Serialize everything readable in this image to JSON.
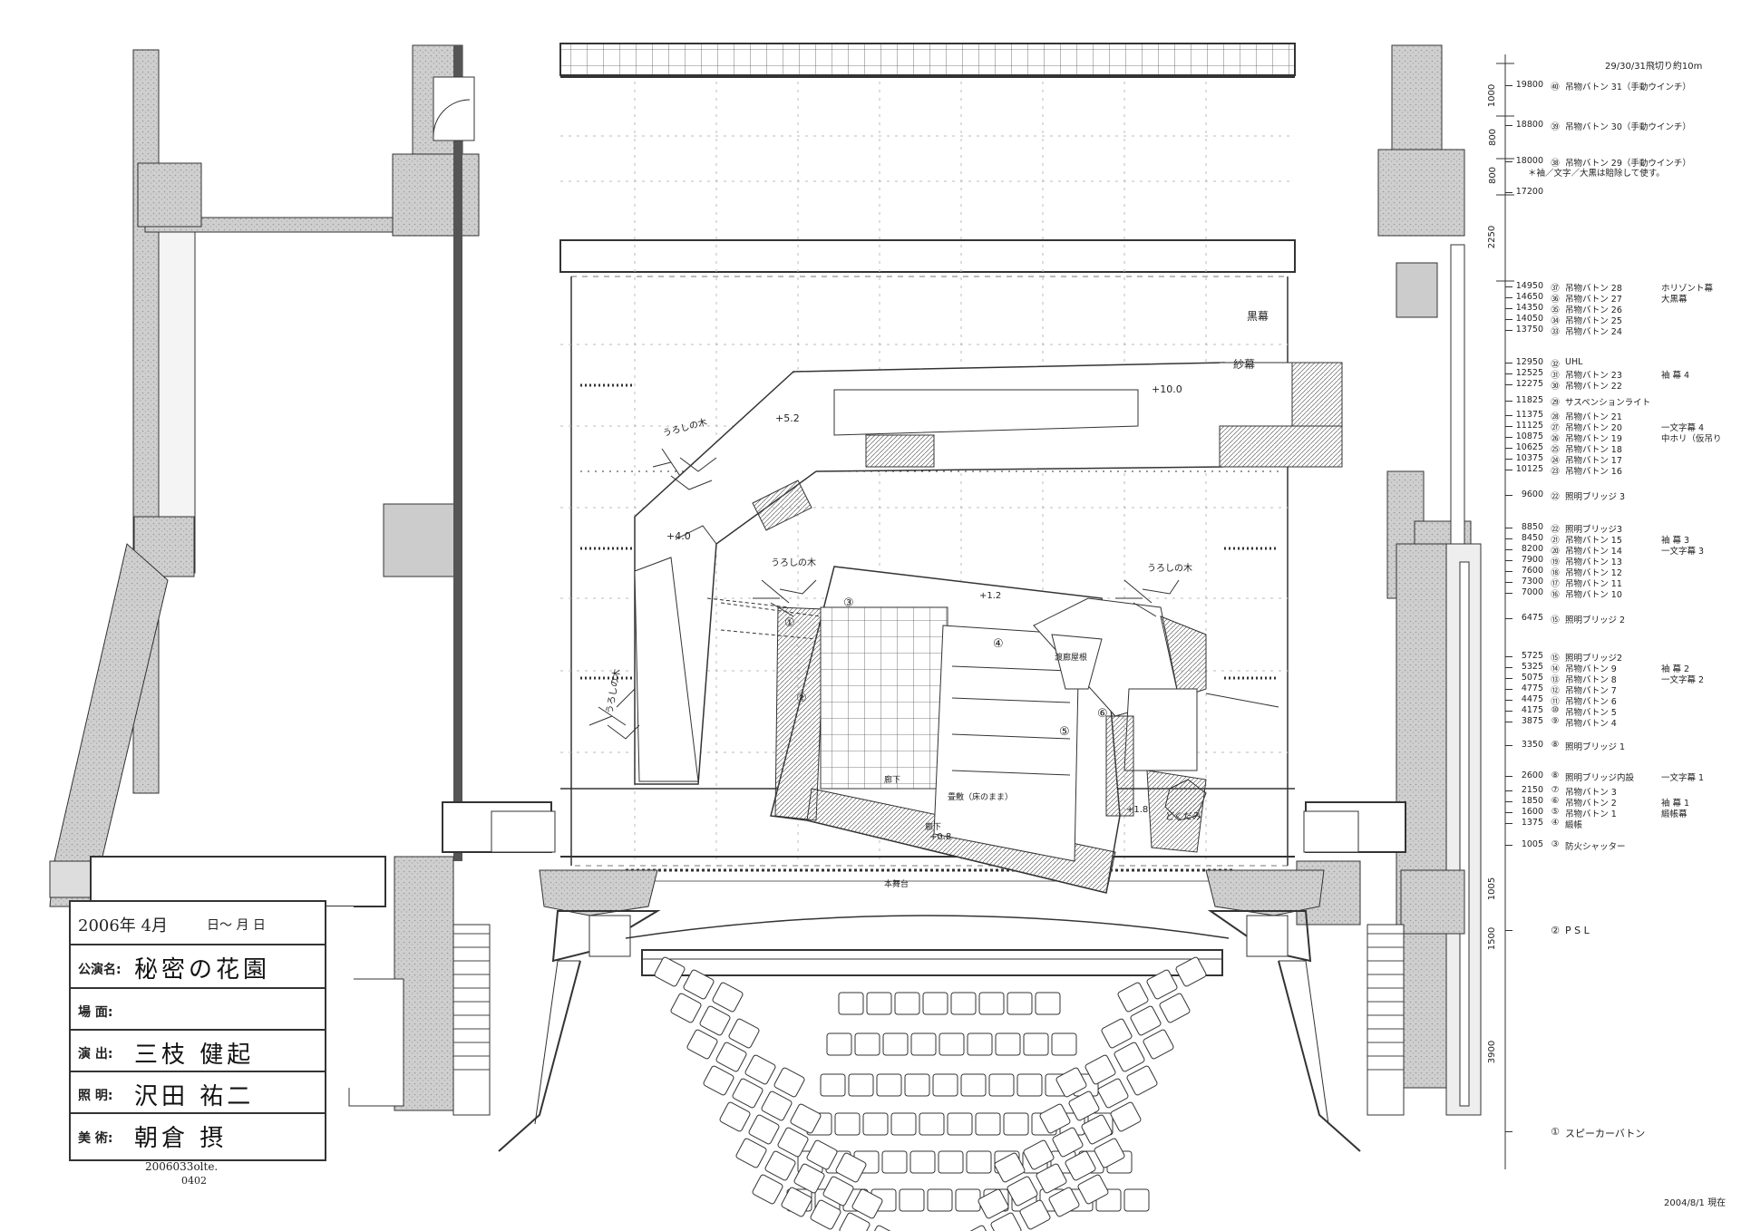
{
  "header": {
    "cut_note": "29/30/31飛切り約10m",
    "tsuke_note": "＊袖／文字／大黒は賠除して使す。"
  },
  "footer": {
    "date_note": "2004/8/1 現在"
  },
  "title_block": {
    "date_prefix": "2006年 4月",
    "date_suffix": "日～ 月 日",
    "rows": [
      {
        "label": "公演名:",
        "value": "秘密の花園"
      },
      {
        "label": "場 面:",
        "value": ""
      },
      {
        "label": "演 出:",
        "value": "三枝 健起"
      },
      {
        "label": "照 明:",
        "value": "沢田 祐二"
      },
      {
        "label": "美 術:",
        "value": "朝倉 摂"
      }
    ],
    "handwritten_code": "2006033olte.",
    "handwritten_code2": "0402"
  },
  "schedule": [
    {
      "height": "19800",
      "no": "㊵",
      "name": "吊物バトン 31（手動ウインチ）",
      "note": ""
    },
    {
      "height": "18800",
      "no": "㊴",
      "name": "吊物バトン 30（手動ウインチ）",
      "note": ""
    },
    {
      "height": "18000",
      "no": "㊳",
      "name": "吊物バトン 29（手動ウインチ）",
      "note": ""
    },
    {
      "height": "17200",
      "no": "",
      "name": "",
      "note": ""
    },
    {
      "height": "14950",
      "no": "㊲",
      "name": "吊物バトン 28",
      "note": "ホリゾント幕"
    },
    {
      "height": "14650",
      "no": "㊱",
      "name": "吊物バトン 27",
      "note": "大黒幕"
    },
    {
      "height": "14350",
      "no": "㉟",
      "name": "吊物バトン 26",
      "note": ""
    },
    {
      "height": "14050",
      "no": "㉞",
      "name": "吊物バトン 25",
      "note": ""
    },
    {
      "height": "13750",
      "no": "㉝",
      "name": "吊物バトン 24",
      "note": ""
    },
    {
      "height": "12950",
      "no": "㉜",
      "name": "UHL",
      "note": ""
    },
    {
      "height": "12525",
      "no": "㉛",
      "name": "吊物バトン 23",
      "note": "袖 幕 4"
    },
    {
      "height": "12275",
      "no": "㉚",
      "name": "吊物バトン 22",
      "note": ""
    },
    {
      "height": "11825",
      "no": "㉙",
      "name": "サスペンションライト",
      "note": ""
    },
    {
      "height": "11375",
      "no": "㉘",
      "name": "吊物バトン 21",
      "note": ""
    },
    {
      "height": "11125",
      "no": "㉗",
      "name": "吊物バトン 20",
      "note": "一文字幕 4"
    },
    {
      "height": "10875",
      "no": "㉖",
      "name": "吊物バトン 19",
      "note": "中ホリ（仮吊り"
    },
    {
      "height": "10625",
      "no": "㉕",
      "name": "吊物バトン 18",
      "note": ""
    },
    {
      "height": "10375",
      "no": "㉔",
      "name": "吊物バトン 17",
      "note": ""
    },
    {
      "height": "10125",
      "no": "㉓",
      "name": "吊物バトン 16",
      "note": ""
    },
    {
      "height": "9600",
      "no": "㉒",
      "name": "照明ブリッジ 3",
      "note": ""
    },
    {
      "height": "8850",
      "no": "㉒",
      "name": "照明ブリッジ3",
      "note": ""
    },
    {
      "height": "8450",
      "no": "㉑",
      "name": "吊物バトン 15",
      "note": "袖 幕 3"
    },
    {
      "height": "8200",
      "no": "⑳",
      "name": "吊物バトン 14",
      "note": "一文字幕 3"
    },
    {
      "height": "7900",
      "no": "⑲",
      "name": "吊物バトン 13",
      "note": ""
    },
    {
      "height": "7600",
      "no": "⑱",
      "name": "吊物バトン 12",
      "note": ""
    },
    {
      "height": "7300",
      "no": "⑰",
      "name": "吊物バトン 11",
      "note": ""
    },
    {
      "height": "7000",
      "no": "⑯",
      "name": "吊物バトン 10",
      "note": ""
    },
    {
      "height": "6475",
      "no": "⑮",
      "name": "照明ブリッジ 2",
      "note": ""
    },
    {
      "height": "5725",
      "no": "⑮",
      "name": "照明ブリッジ2",
      "note": ""
    },
    {
      "height": "5325",
      "no": "⑭",
      "name": "吊物バトン 9",
      "note": "袖 幕 2"
    },
    {
      "height": "5075",
      "no": "⑬",
      "name": "吊物バトン 8",
      "note": "一文字幕 2"
    },
    {
      "height": "4775",
      "no": "⑫",
      "name": "吊物バトン 7",
      "note": ""
    },
    {
      "height": "4475",
      "no": "⑪",
      "name": "吊物バトン 6",
      "note": ""
    },
    {
      "height": "4175",
      "no": "⑩",
      "name": "吊物バトン 5",
      "note": ""
    },
    {
      "height": "3875",
      "no": "⑨",
      "name": "吊物バトン 4",
      "note": ""
    },
    {
      "height": "3350",
      "no": "⑧",
      "name": "照明ブリッジ 1",
      "note": ""
    },
    {
      "height": "2600",
      "no": "⑧",
      "name": "照明ブリッジ内設",
      "note": "一文字幕 1"
    },
    {
      "height": "2150",
      "no": "⑦",
      "name": "吊物バトン 3",
      "note": ""
    },
    {
      "height": "1850",
      "no": "⑥",
      "name": "吊物バトン 2",
      "note": "袖 幕 1"
    },
    {
      "height": "1600",
      "no": "⑤",
      "name": "吊物バトン 1",
      "note": "緞帳幕"
    },
    {
      "height": "1375",
      "no": "④",
      "name": "緞帳",
      "note": ""
    },
    {
      "height": "1005",
      "no": "③",
      "name": "防火シャッター",
      "note": ""
    },
    {
      "height": "",
      "no": "②",
      "name": "P S L",
      "note": ""
    },
    {
      "height": "",
      "no": "①",
      "name": "スピーカーバトン",
      "note": ""
    }
  ],
  "dimensions": [
    "1000",
    "800",
    "800",
    "2250",
    "1005",
    "1500",
    "3900"
  ],
  "plan_labels": {
    "level_10": "+10.0",
    "level_52": "+5.2",
    "level_40": "+4.0",
    "level_12": "+1.2",
    "level_08": "+0.8",
    "level_18": "+1.8",
    "tree1": "うろしの木",
    "tree2": "うろしの木",
    "tree3": "うろしの木",
    "tree4": "うろしの木",
    "curtain1": "黒幕",
    "curtain2": "紗幕",
    "kamishibai": "渡廊屋根",
    "furo": "廊下",
    "tatami": "畳敷（床のまま）",
    "engawa": "廊下",
    "butai": "本舞台",
    "dokuda": "どくだみ",
    "circle1": "①",
    "circle2": "②",
    "circle3": "③",
    "circle4": "④",
    "circle5": "⑤",
    "circle6": "⑥"
  }
}
